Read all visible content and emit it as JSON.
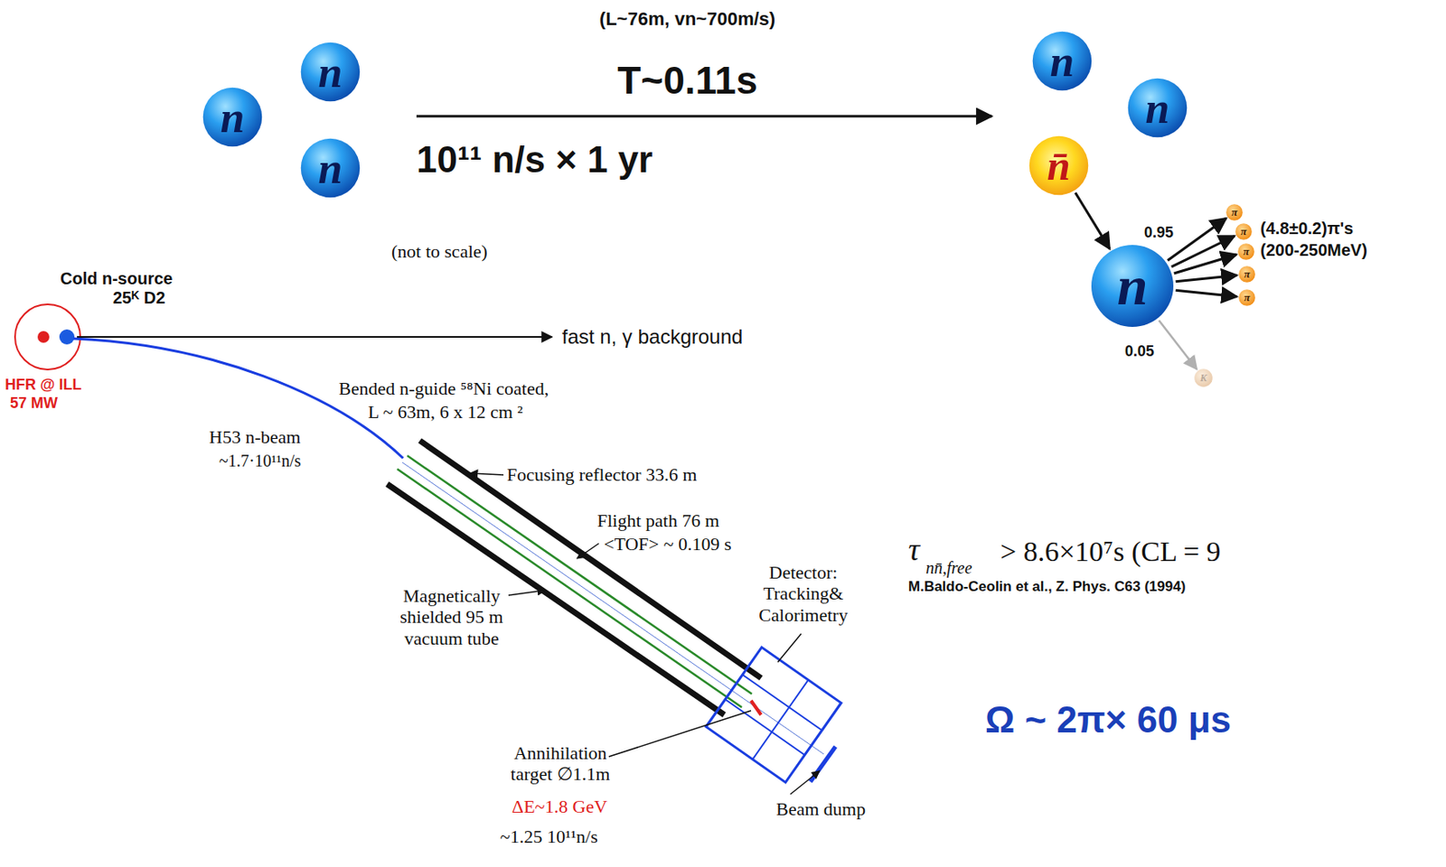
{
  "diagram": {
    "nodes": [
      {
        "text": [
          "n"
        ]
      },
      {
        "text": [
          "n"
        ]
      },
      {
        "text": [
          "n"
        ]
      },
      {
        "text": [
          "n"
        ]
      },
      {
        "text": [
          "n"
        ]
      },
      {
        "text": [
          "n̄"
        ]
      },
      {
        "text": [
          "n"
        ]
      },
      {
        "text": [
          "π"
        ]
      },
      {
        "text": [
          "π"
        ]
      },
      {
        "text": [
          "π"
        ]
      },
      {
        "text": [
          "π"
        ]
      },
      {
        "text": [
          "π"
        ]
      },
      {
        "text": [
          "K"
        ]
      }
    ],
    "edges": [
      {
        "from": 5,
        "to": 6,
        "arrow": "to"
      },
      {
        "from": 6,
        "to": 7,
        "arrow": "to"
      },
      {
        "from": 6,
        "to": 8,
        "arrow": "to"
      },
      {
        "from": 6,
        "to": 9,
        "arrow": "to"
      },
      {
        "from": 6,
        "to": 10,
        "arrow": "to"
      },
      {
        "from": 6,
        "to": 11,
        "arrow": "to"
      },
      {
        "from": 6,
        "to": 12,
        "arrow": "to"
      }
    ],
    "labels": [
      "(L~76m, vn~700m/s)",
      "T~0.11s",
      "10¹¹ n/s × 1 yr",
      "(not to scale)",
      "Cold n-source",
      "25ᴷ D2",
      "HFR @ ILL",
      "57 MW",
      "fast n, γ  background",
      "Bended n-guide ⁵⁸Ni coated,",
      "L ~ 63m, 6 x 12 cm ²",
      "H53 n-beam",
      "~1.7·10¹¹n/s",
      "Focusing reflector 33.6 m",
      "Flight path 76 m",
      "<TOF> ~ 0.109 s",
      "Magnetically shielded 95 m vacuum tube",
      "Detector: Tracking& Calorimetry",
      "Annihilation target ∅1.1m",
      "ΔE~1.8 GeV",
      "~1.25 10¹¹n/s",
      "Beam dump",
      "(4.8±0.2)π's",
      "(200-250MeV)",
      "0.95",
      "0.05",
      "τ",
      "nn̄,free",
      "> 8.6×10⁷s (CL = 9",
      "M.Baldo-Ceolin et al., Z. Phys. C63 (1994)",
      "Ω ~ 2π× 60 μs"
    ]
  }
}
